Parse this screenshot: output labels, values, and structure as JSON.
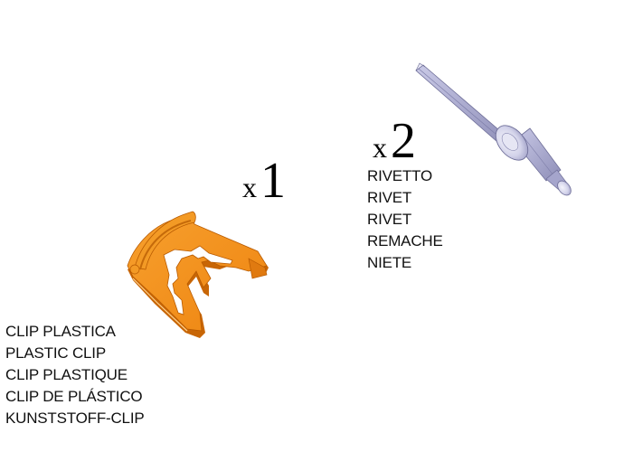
{
  "parts": [
    {
      "id": "rivet",
      "quantity_prefix": "x",
      "quantity": "2",
      "color": "#a8a8cc",
      "names": [
        "RIVETTO",
        "RIVET",
        "RIVET",
        "REMACHE",
        "NIETE"
      ]
    },
    {
      "id": "plastic-clip",
      "quantity_prefix": "x",
      "quantity": "1",
      "color": "#f08a1c",
      "names": [
        "CLIP PLASTICA",
        "PLASTIC CLIP",
        "CLIP PLASTIQUE",
        "CLIP DE PLÁSTICO",
        "KUNSTSTOFF-CLIP"
      ]
    }
  ]
}
